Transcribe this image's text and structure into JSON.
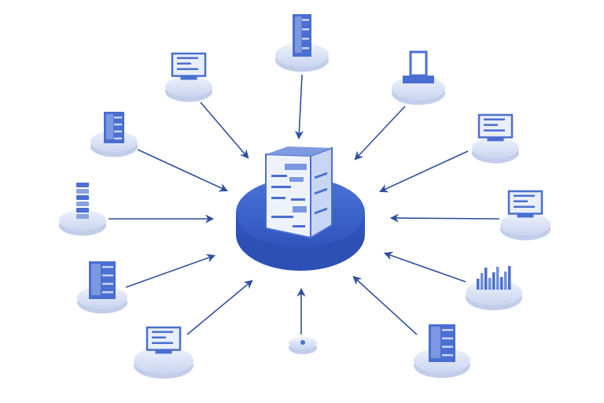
{
  "colors": {
    "background": "#ffffff",
    "accent": "#3a62c8",
    "platform_light": "#d6def2",
    "arrow": "#2f4f9e",
    "device": "#4a6fd0"
  },
  "hub": {
    "icon": "document-server-icon"
  },
  "nodes": [
    {
      "id": "server-tower",
      "icon": "server-tower-icon"
    },
    {
      "id": "desktop-monitor",
      "icon": "monitor-icon"
    },
    {
      "id": "printer-3d",
      "icon": "printer-icon"
    },
    {
      "id": "small-building",
      "icon": "building-icon"
    },
    {
      "id": "laptop-right",
      "icon": "laptop-icon"
    },
    {
      "id": "stacked-disks",
      "icon": "database-stack-icon"
    },
    {
      "id": "chart-monitor",
      "icon": "monitor-chart-icon"
    },
    {
      "id": "office-building",
      "icon": "office-building-icon"
    },
    {
      "id": "bar-chart",
      "icon": "bar-chart-icon"
    },
    {
      "id": "laptop-left",
      "icon": "laptop-icon"
    },
    {
      "id": "sensor-point",
      "icon": "node-point-icon"
    },
    {
      "id": "file-cabinet",
      "icon": "file-cabinet-icon"
    }
  ]
}
